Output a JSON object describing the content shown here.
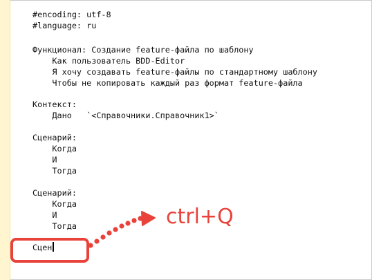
{
  "editor": {
    "lines": [
      "#encoding: utf-8",
      "#language: ru",
      "",
      "Функционал: Создание feature-файла по шаблону",
      "    Как пользователь BDD-Editor",
      "    Я хочу создавать feature-файлы по стандартному шаблону",
      "    Чтобы не копировать каждый раз формат feature-файла",
      "",
      "Контекст:",
      "    Дано   `<Справочники.Справочник1>`",
      "",
      "Сценарий:",
      "    Когда",
      "    И",
      "    Тогда",
      "",
      "Сценарий:",
      "    Когда",
      "    И",
      "    Тогда",
      "",
      "Сцен"
    ]
  },
  "annotation": {
    "shortcut": "ctrl+Q",
    "color": "#e8423a"
  },
  "colors": {
    "gutter": "#fff6cf",
    "text": "#111111",
    "accent": "#e8423a"
  }
}
